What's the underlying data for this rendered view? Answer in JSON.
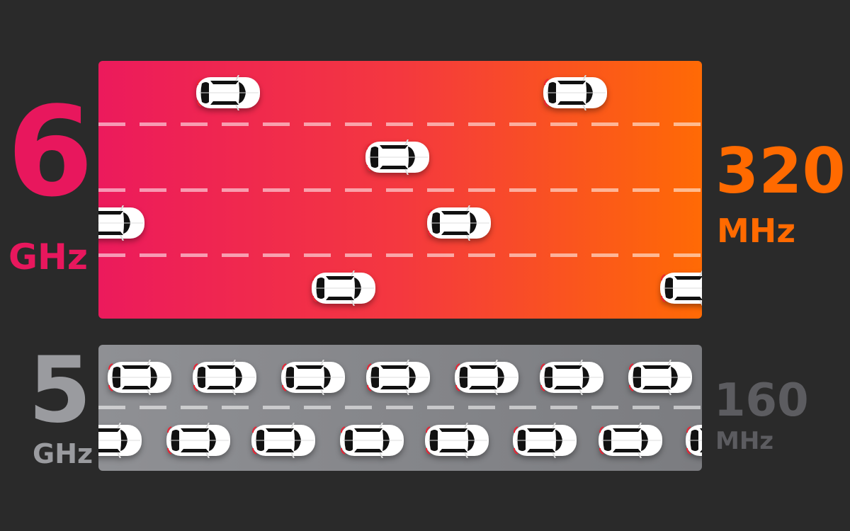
{
  "band_6": {
    "number": "6",
    "unit": "GHz",
    "width_value": "320",
    "width_unit": "MHz",
    "lanes": 4,
    "color_label": "#e8175d",
    "color_width": "#ff6a00"
  },
  "band_5": {
    "number": "5",
    "unit": "GHz",
    "width_value": "160",
    "width_unit": "MHz",
    "lanes": 2,
    "color_label": "#9a9b9f",
    "color_width": "#5c5c60"
  },
  "icons": {
    "vehicle": "car-top-view-icon"
  }
}
